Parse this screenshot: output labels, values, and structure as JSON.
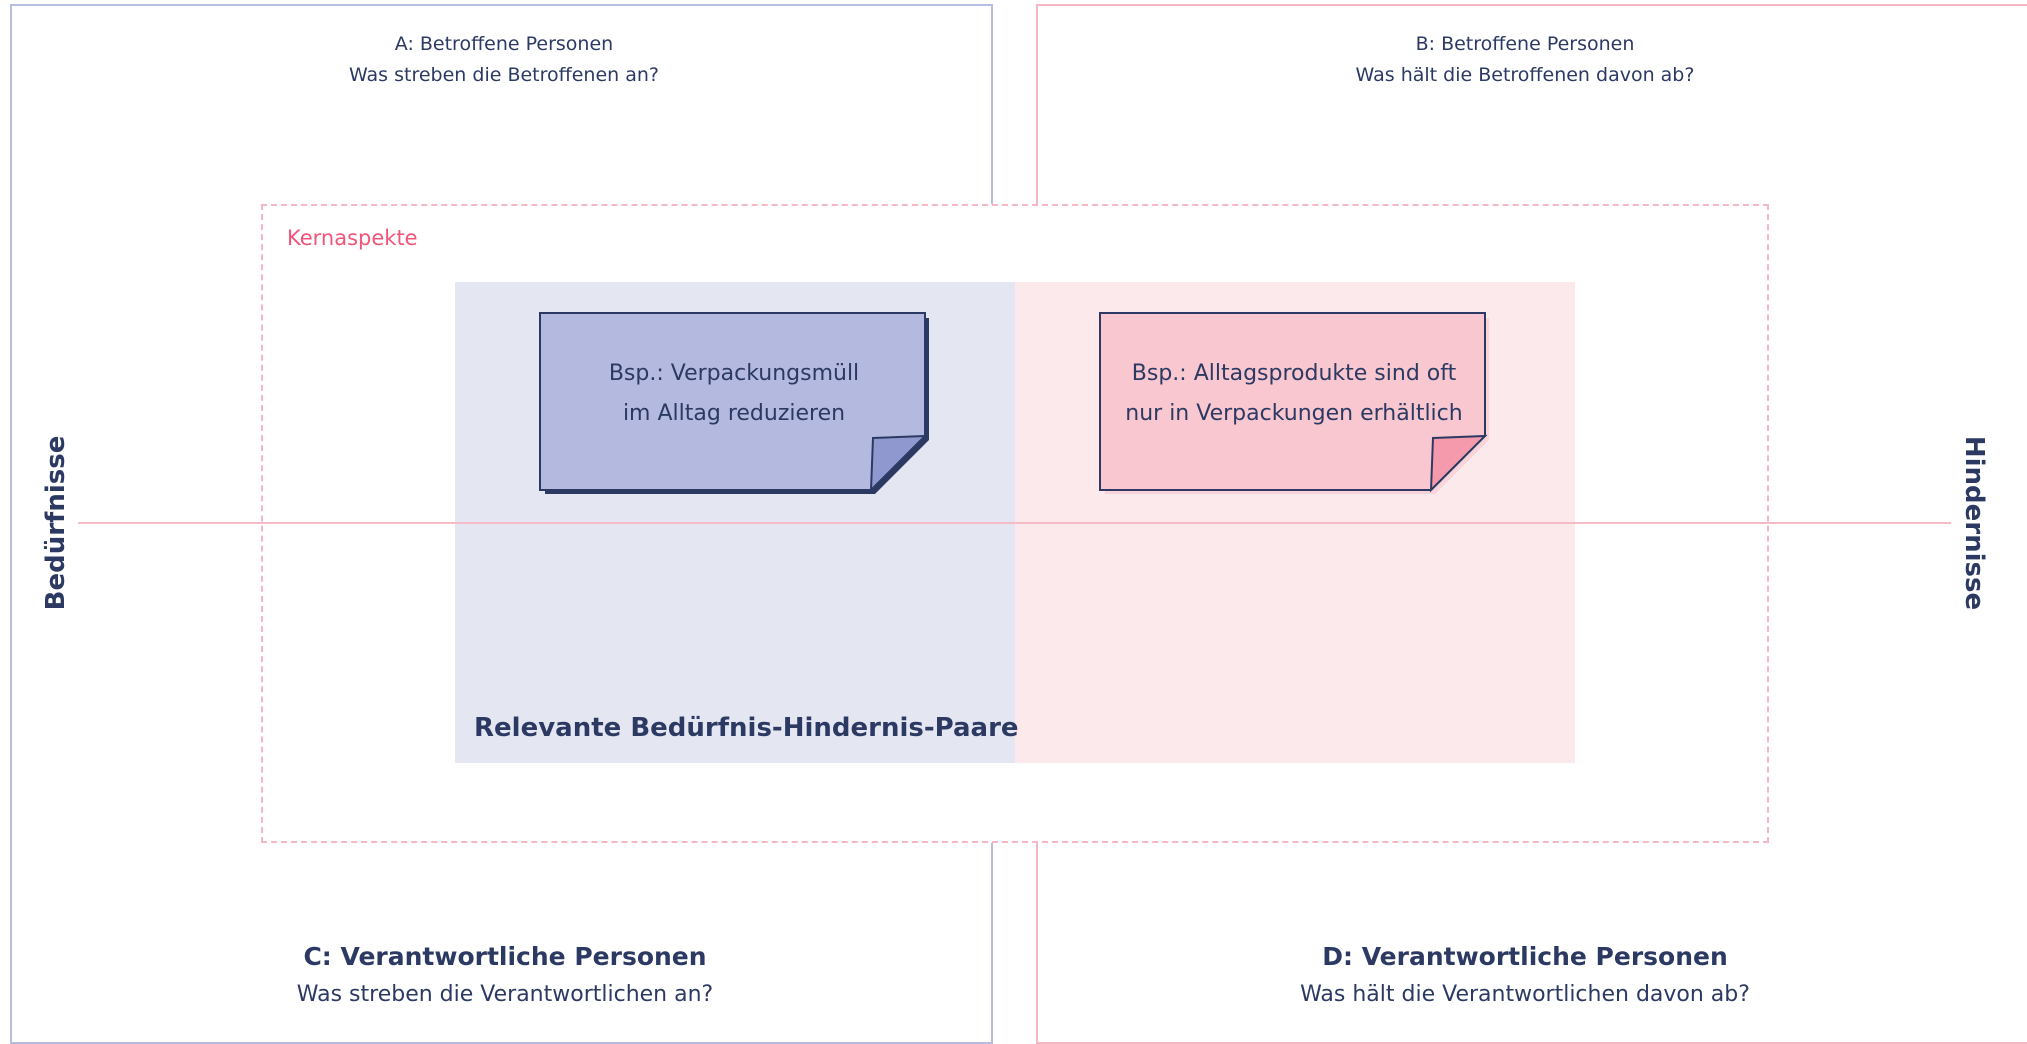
{
  "quadrants": {
    "a": {
      "line1": "A: Betroffene Personen",
      "line2": "Was streben die Betroffenen an?"
    },
    "b": {
      "line1": "B: Betroffene Personen",
      "line2": "Was hält die Betroffenen davon ab?"
    },
    "c": {
      "line1": "C: Verantwortliche Personen",
      "line2": "Was streben die Verantwortlichen an?"
    },
    "d": {
      "line1": "D: Verantwortliche Personen",
      "line2": "Was hält die Verantwortlichen davon ab?"
    }
  },
  "axes": {
    "left": "Bedürfnisse",
    "right": "Hindernisse"
  },
  "core": {
    "label": "Kernaspekte"
  },
  "pairs": {
    "label": "Relevante Bedürfnis-Hindernis-Paare"
  },
  "notes": {
    "need": {
      "line1": "Bsp.: Verpackungsmüll",
      "line2": "im Alltag reduzieren",
      "color": "#b3b9df"
    },
    "obstacle": {
      "line1": "Bsp.: Alltagsprodukte sind oft",
      "line2": "nur in Verpackungen erhältlich",
      "color": "#f9c7d0"
    }
  },
  "colors": {
    "text": "#2c3a63",
    "accent": "#f2547a",
    "blue_frame": "#b7bddc",
    "pink_frame": "#f4b7c2"
  }
}
